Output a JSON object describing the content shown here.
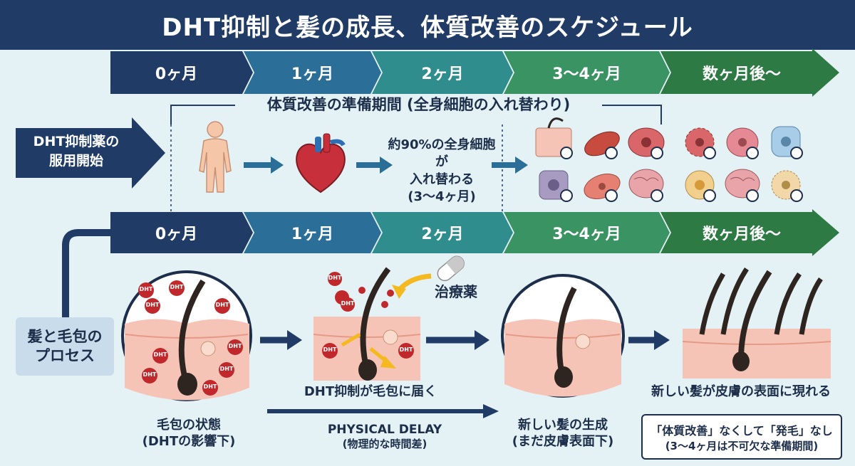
{
  "title": "DHT抑制と髪の成長、体質改善のスケジュール",
  "timeline": [
    "0ヶ月",
    "1ヶ月",
    "2ヶ月",
    "3〜4ヶ月",
    "数ヶ月後〜"
  ],
  "timeline_colors": [
    "#1f3b66",
    "#2b6e98",
    "#2f8d8d",
    "#3a9363",
    "#2d7a45"
  ],
  "top_section": {
    "bracket_label": "体質改善の準備期間 (全身細胞の入れ替わり)",
    "start_label_line1": "DHT抑制薬の",
    "start_label_line2": "服用開始",
    "cells_text_line1": "約90%の全身細胞が",
    "cells_text_line2": "入れ替わる",
    "cells_text_line3": "(3〜4ヶ月)"
  },
  "bottom_section": {
    "process_label_line1": "髪と毛包の",
    "process_label_line2": "プロセス",
    "dht_badge": "DHT",
    "medicine_label": "治療薬",
    "stage1_line1": "毛包の状態",
    "stage1_line2": "(DHTの影響下)",
    "stage2_label": "DHT抑制が毛包に届く",
    "delay_line1": "PHYSICAL DELAY",
    "delay_line2": "(物理的な時間差)",
    "stage3_line1": "新しい髪の生成",
    "stage3_line2": "(まだ皮膚表面下)",
    "stage4_label": "新しい髪が皮膚の表面に現れる",
    "note_line1": "「体質改善」なくして「発毛」なし",
    "note_line2": "(3〜4ヶ月は不可欠な準備期間)"
  },
  "colors": {
    "navy": "#1f3b66",
    "skin": "#f6c4b6",
    "dht_red": "#c0282b",
    "hair": "#2e2420"
  },
  "icons": [
    "human-body-icon",
    "heart-icon",
    "cell-icons",
    "clock-icon",
    "capsule-icon",
    "hair-follicle-icon"
  ]
}
